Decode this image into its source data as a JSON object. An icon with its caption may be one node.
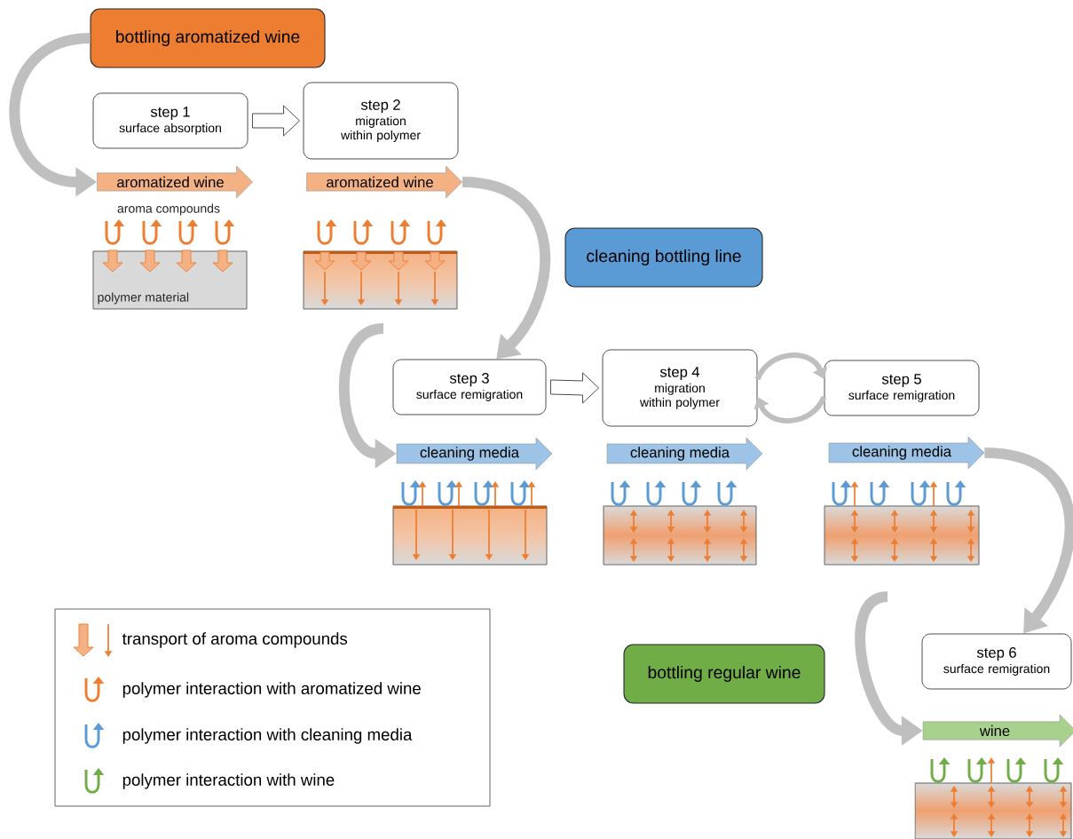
{
  "diagram": {
    "nodes": [
      {
        "text": [
          "bottling aromatized wine"
        ]
      },
      {
        "text": [
          "step 1",
          "surface absorption"
        ]
      },
      {
        "text": [
          "step 2",
          "migration within polymer"
        ]
      },
      {
        "text": [
          "aromatized wine"
        ]
      },
      {
        "text": [
          "aromatized wine"
        ]
      },
      {
        "text": [
          "cleaning bottling line"
        ]
      },
      {
        "text": [
          "step 3",
          "surface remigration"
        ]
      },
      {
        "text": [
          "step 4",
          "migration within polymer"
        ]
      },
      {
        "text": [
          "step 5",
          "surface remigration"
        ]
      },
      {
        "text": [
          "cleaning media"
        ]
      },
      {
        "text": [
          "cleaning media"
        ]
      },
      {
        "text": [
          "cleaning media"
        ]
      },
      {
        "text": [
          "bottling regular wine"
        ]
      },
      {
        "text": [
          "step 6",
          "surface remigration"
        ]
      },
      {
        "text": [
          "wine"
        ]
      }
    ],
    "edges": [
      {
        "from": 0,
        "to": 3,
        "arrow": "to"
      },
      {
        "from": 1,
        "to": 2,
        "arrow": "to"
      },
      {
        "from": 4,
        "to": 6,
        "arrow": "to"
      },
      {
        "from": null,
        "to": 9,
        "arrow": "to"
      },
      {
        "from": 6,
        "to": 7,
        "arrow": "to"
      },
      {
        "from": 7,
        "to": 8,
        "arrow": "to"
      },
      {
        "from": 8,
        "to": 7,
        "arrow": "to"
      },
      {
        "from": 11,
        "to": 13,
        "arrow": "to"
      },
      {
        "from": null,
        "to": 14,
        "arrow": "to"
      }
    ],
    "labels": [
      "aroma compounds",
      "polymer material"
    ],
    "legend": [
      {
        "text": "transport of aroma compounds"
      },
      {
        "text": "polymer interaction with aromatized wine"
      },
      {
        "text": "polymer interaction with cleaning media"
      },
      {
        "text": "polymer interaction with wine"
      }
    ]
  }
}
